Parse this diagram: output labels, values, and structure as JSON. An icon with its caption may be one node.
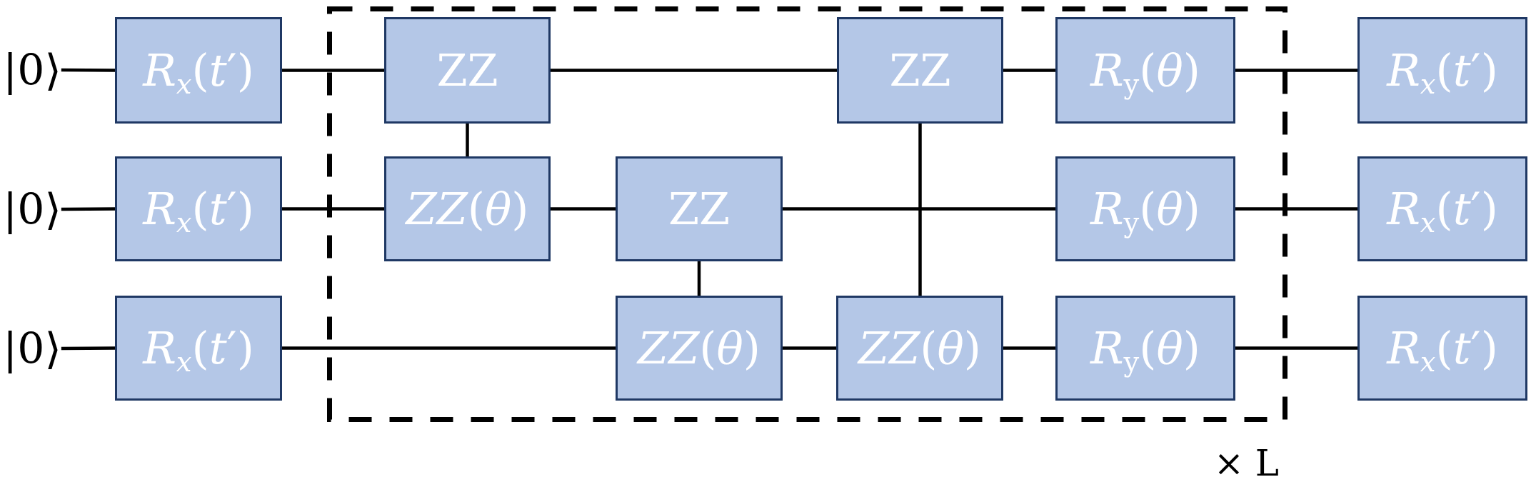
{
  "diagram": {
    "nodes": [
      {
        "text": [
          "|0⟩"
        ]
      },
      {
        "text": [
          "|0⟩"
        ]
      },
      {
        "text": [
          "|0⟩"
        ]
      },
      {
        "text": [
          "*R$_{x}$*(*t*′)"
        ]
      },
      {
        "text": [
          "*R$_{x}$*(*t*′)"
        ]
      },
      {
        "text": [
          "*R$_{x}$*(*t*′)"
        ]
      },
      {
        "text": [],
        "shape": "box",
        "beside": [
          "× L"
        ]
      },
      {
        "text": [
          "ZZ"
        ],
        "in": 6
      },
      {
        "text": [
          "*ZZ*(*θ*)"
        ],
        "in": 6
      },
      {
        "text": [
          "ZZ"
        ],
        "in": 6
      },
      {
        "text": [
          "*ZZ*(*θ*)"
        ],
        "in": 6
      },
      {
        "text": [
          "ZZ"
        ],
        "in": 6
      },
      {
        "text": [
          "*ZZ*(*θ*)"
        ],
        "in": 6
      },
      {
        "text": [
          "*R*$_{y}$(*θ*)"
        ],
        "in": 6
      },
      {
        "text": [
          "*R*$_{y}$(*θ*)"
        ],
        "in": 6
      },
      {
        "text": [
          "*R*$_{y}$(*θ*)"
        ],
        "in": 6
      },
      {
        "text": [
          "*R$_{x}$*(*t*′)"
        ]
      },
      {
        "text": [
          "*R$_{x}$*(*t*′)"
        ]
      },
      {
        "text": [
          "*R$_{x}$*(*t*′)"
        ]
      }
    ],
    "edges": [
      {
        "from": 0,
        "to": 3,
        "arrow": "none"
      },
      {
        "from": 3,
        "to": 7,
        "arrow": "none"
      },
      {
        "from": 7,
        "to": 11,
        "arrow": "none"
      },
      {
        "from": 11,
        "to": 13,
        "arrow": "none"
      },
      {
        "from": 13,
        "to": 16,
        "arrow": "none"
      },
      {
        "from": 1,
        "to": 4,
        "arrow": "none"
      },
      {
        "from": 4,
        "to": 8,
        "arrow": "none"
      },
      {
        "from": 8,
        "to": 9,
        "arrow": "none"
      },
      {
        "from": 9,
        "to": 14,
        "arrow": "none"
      },
      {
        "from": 14,
        "to": 17,
        "arrow": "none"
      },
      {
        "from": 2,
        "to": 5,
        "arrow": "none"
      },
      {
        "from": 5,
        "to": 10,
        "arrow": "none"
      },
      {
        "from": 10,
        "to": 12,
        "arrow": "none"
      },
      {
        "from": 12,
        "to": 15,
        "arrow": "none"
      },
      {
        "from": 15,
        "to": 18,
        "arrow": "none"
      },
      {
        "from": 7,
        "to": 8,
        "arrow": "none"
      },
      {
        "from": 9,
        "to": 10,
        "arrow": "none"
      },
      {
        "from": 11,
        "to": 12,
        "arrow": "none"
      }
    ]
  }
}
